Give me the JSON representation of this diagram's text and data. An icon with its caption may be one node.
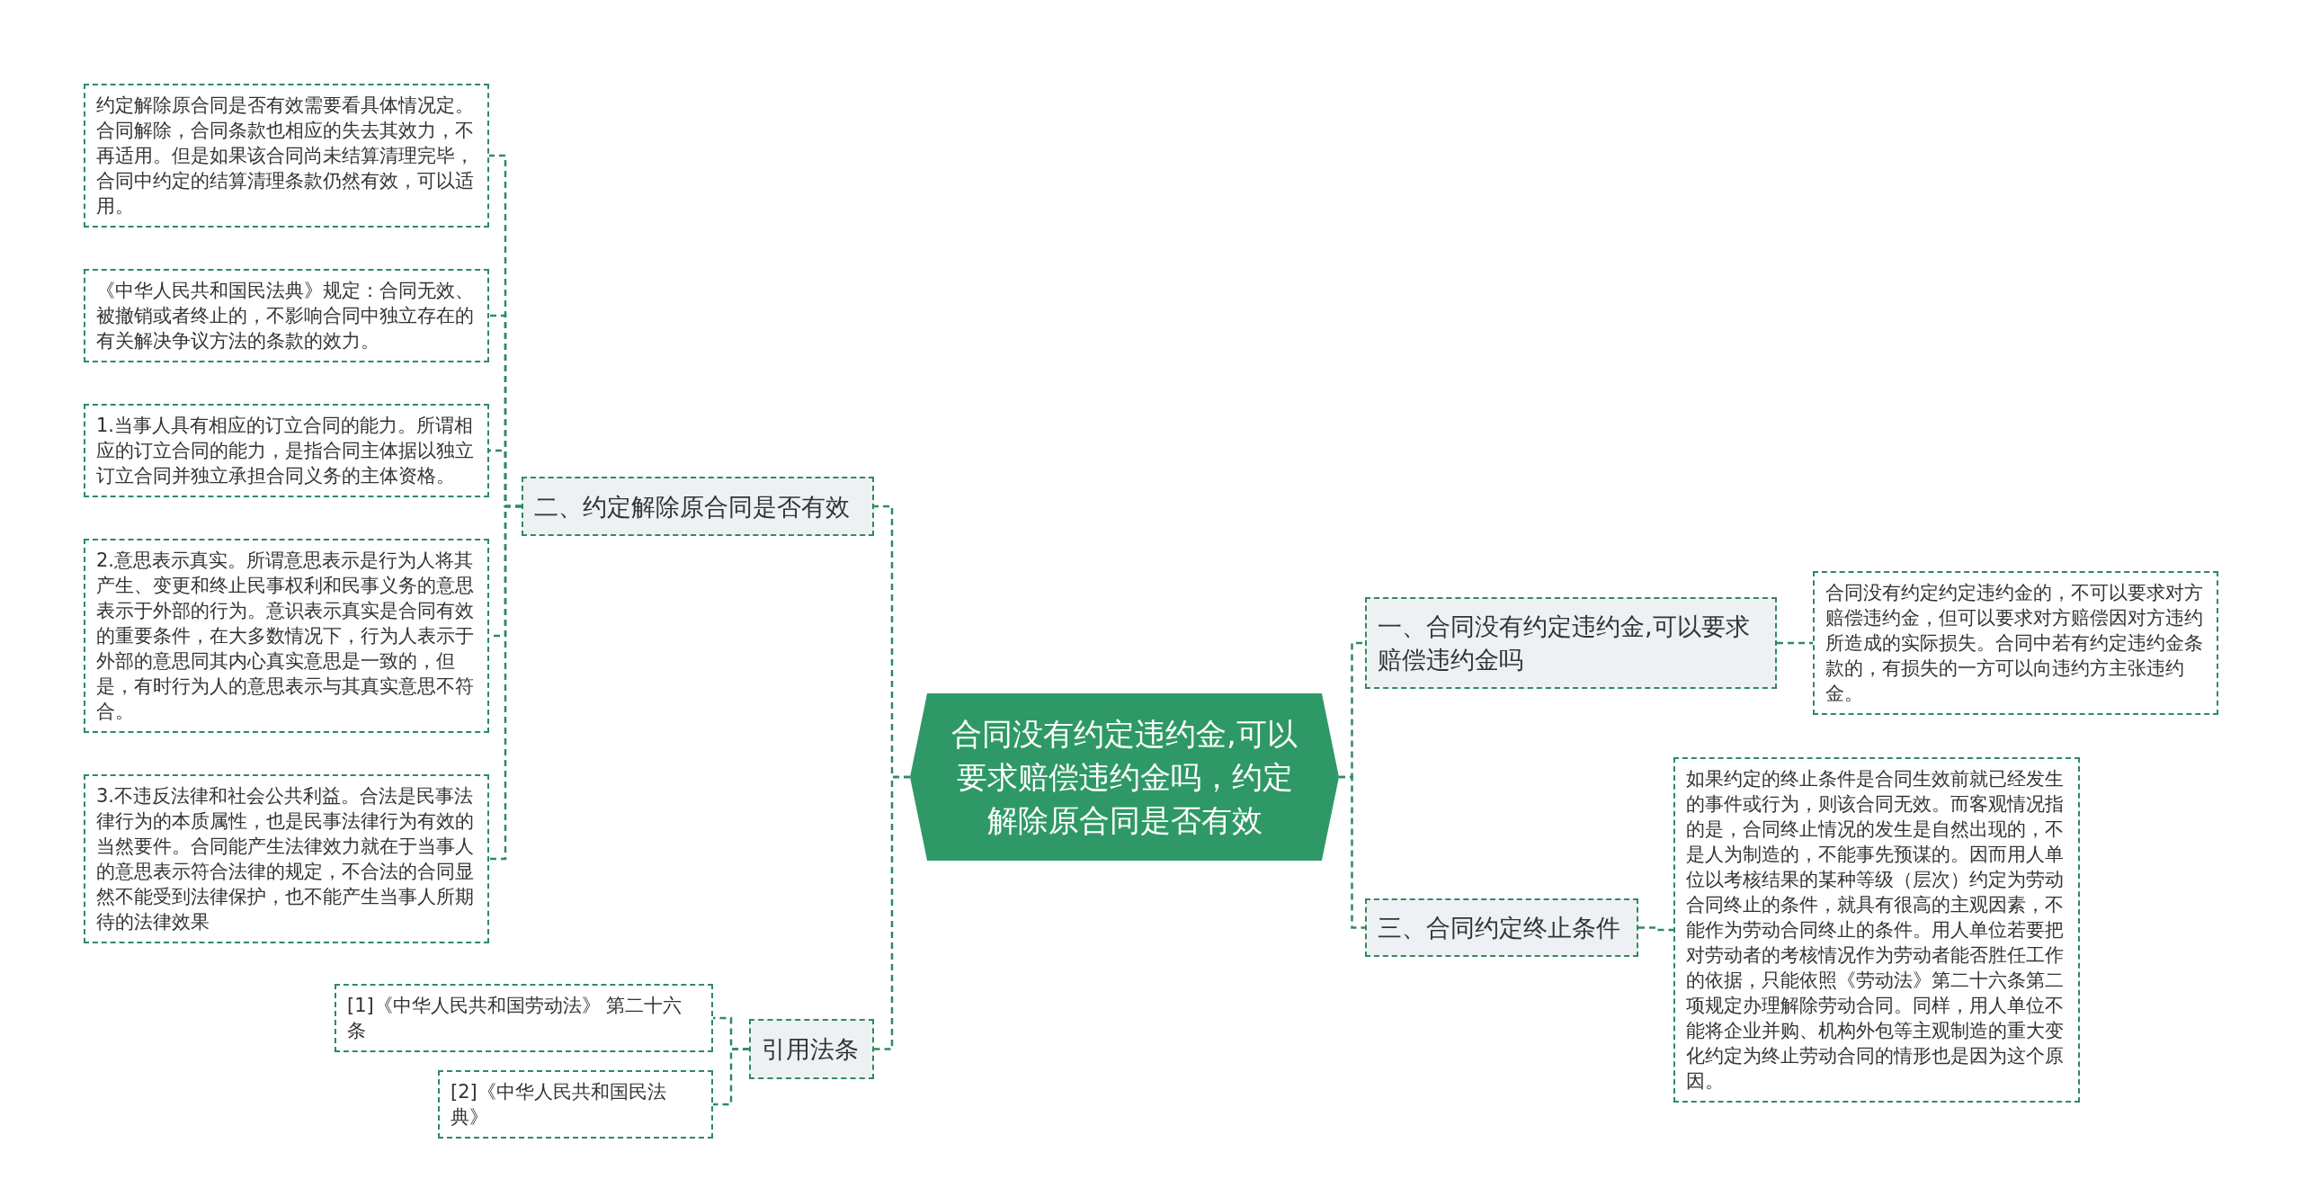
{
  "diagram": {
    "nodes": [
      {
        "text": [
          "合同没有约定违约金,可以要求赔偿违约金吗，约定解除原合同是否有效"
        ]
      },
      {
        "text": [
          "二、约定解除原合同是否有效"
        ]
      },
      {
        "text": [
          "约定解除原合同是否有效需要看具体情况定。合同解除，合同条款也相应的失去其效力，不再适用。但是如果该合同尚未结算清理完毕，合同中约定的结算清理条款仍然有效，可以适用。"
        ]
      },
      {
        "text": [
          "《中华人民共和国民法典》规定：合同无效、被撤销或者终止的，不影响合同中独立存在的有关解决争议方法的条款的效力。"
        ]
      },
      {
        "text": [
          "1.当事人具有相应的订立合同的能力。所谓相应的订立合同的能力，是指合同主体据以独立订立合同并独立承担合同义务的主体资格。"
        ]
      },
      {
        "text": [
          "2.意思表示真实。所谓意思表示是行为人将其产生、变更和终止民事权利和民事义务的意思表示于外部的行为。意识表示真实是合同有效的重要条件，在大多数情况下，行为人表示于外部的意思同其内心真实意思是一致的，但是，有时行为人的意思表示与其真实意思不符合。"
        ]
      },
      {
        "text": [
          "3.不违反法律和社会公共利益。合法是民事法律行为的本质属性，也是民事法律行为有效的当然要件。合同能产生法律效力就在于当事人的意思表示符合法律的规定，不合法的合同显然不能受到法律保护，也不能产生当事人所期待的法律效果"
        ]
      },
      {
        "text": [
          "引用法条"
        ]
      },
      {
        "text": [
          "[1]《中华人民共和国劳动法》 第二十六条"
        ]
      },
      {
        "text": [
          "[2]《中华人民共和国民法典》"
        ]
      },
      {
        "text": [
          "一、合同没有约定违约金,可以要求赔偿违约金吗"
        ]
      },
      {
        "text": [
          "合同没有约定约定违约金的，不可以要求对方赔偿违约金，但可以要求对方赔偿因对方违约所造成的实际损失。合同中若有约定违约金条款的，有损失的一方可以向违约方主张违约金。"
        ]
      },
      {
        "text": [
          "三、合同约定终止条件"
        ]
      },
      {
        "text": [
          "如果约定的终止条件是合同生效前就已经发生的事件或行为，则该合同无效。而客观情况指的是，合同终止情况的发生是自然出现的，不是人为制造的，不能事先预谋的。因而用人单位以考核结果的某种等级（层次）约定为劳动合同终止的条件，就具有很高的主观因素，不能作为劳动合同终止的条件。用人单位若要把对劳动者的考核情况作为劳动者能否胜任工作的依据，只能依照《劳动法》第二十六条第二项规定办理解除劳动合同。同样，用人单位不能将企业并购、机构外包等主观制造的重大变化约定为终止劳动合同的情形也是因为这个原因。"
        ]
      }
    ],
    "edges": [
      {
        "from": 0,
        "to": 1,
        "arrow": "none"
      },
      {
        "from": 0,
        "to": 7,
        "arrow": "none"
      },
      {
        "from": 0,
        "to": 10,
        "arrow": "none"
      },
      {
        "from": 0,
        "to": 12,
        "arrow": "none"
      },
      {
        "from": 1,
        "to": 2,
        "arrow": "none"
      },
      {
        "from": 1,
        "to": 3,
        "arrow": "none"
      },
      {
        "from": 1,
        "to": 4,
        "arrow": "none"
      },
      {
        "from": 1,
        "to": 5,
        "arrow": "none"
      },
      {
        "from": 1,
        "to": 6,
        "arrow": "none"
      },
      {
        "from": 7,
        "to": 8,
        "arrow": "none"
      },
      {
        "from": 7,
        "to": 9,
        "arrow": "none"
      },
      {
        "from": 10,
        "to": 11,
        "arrow": "none"
      },
      {
        "from": 12,
        "to": 13,
        "arrow": "none"
      }
    ]
  }
}
